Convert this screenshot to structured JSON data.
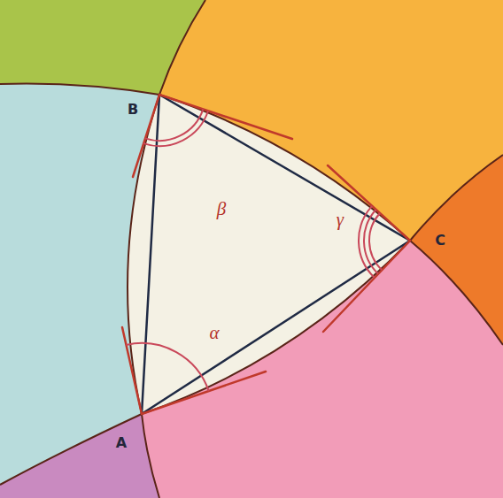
{
  "diagram": {
    "labels": [
      "B",
      "β",
      "γ",
      "C",
      "α",
      "A"
    ]
  }
}
